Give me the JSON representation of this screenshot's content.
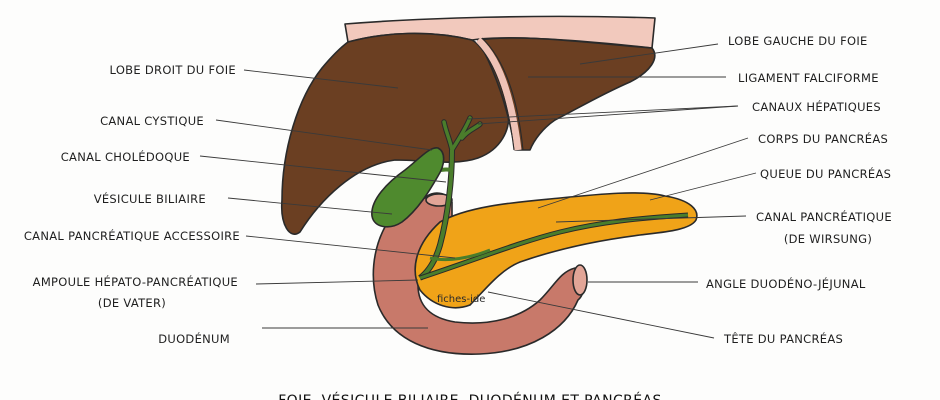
{
  "title": "FOIE, VÉSICULE BILIAIRE, DUODÉNUM ET PANCRÉAS",
  "watermark": "fiches-ide",
  "labels": {
    "lobe_droit": "LOBE DROIT DU FOIE",
    "canal_cystique": "CANAL CYSTIQUE",
    "canal_choledoque": "CANAL CHOLÉDOQUE",
    "vesicule": "VÉSICULE BILIAIRE",
    "canal_accessoire": "CANAL PANCRÉATIQUE ACCESSOIRE",
    "ampoule_1": "AMPOULE HÉPATO-PANCRÉATIQUE",
    "ampoule_2": "(DE VATER)",
    "duodenum": "DUODÉNUM",
    "lobe_gauche": "LOBE GAUCHE DU FOIE",
    "ligament": "LIGAMENT FALCIFORME",
    "canaux_hepatiques": "CANAUX HÉPATIQUES",
    "corps_pancreas": "CORPS DU PANCRÉAS",
    "queue_pancreas": "QUEUE DU PANCRÉAS",
    "canal_wirsung_1": "CANAL PANCRÉATIQUE",
    "canal_wirsung_2": "(DE WIRSUNG)",
    "angle_duodeno": "ANGLE DUODÉNO-JÉJUNAL",
    "tete_pancreas": "TÊTE DU PANCRÉAS"
  },
  "colors": {
    "liver": "#6b3f22",
    "liver_rim": "#f2c9bd",
    "gallbladder": "#4f8a2e",
    "ducts": "#4a7d2b",
    "pancreas": "#f0a318",
    "duodenum": "#c8796a",
    "duodenum_ring": "#e2a597"
  }
}
